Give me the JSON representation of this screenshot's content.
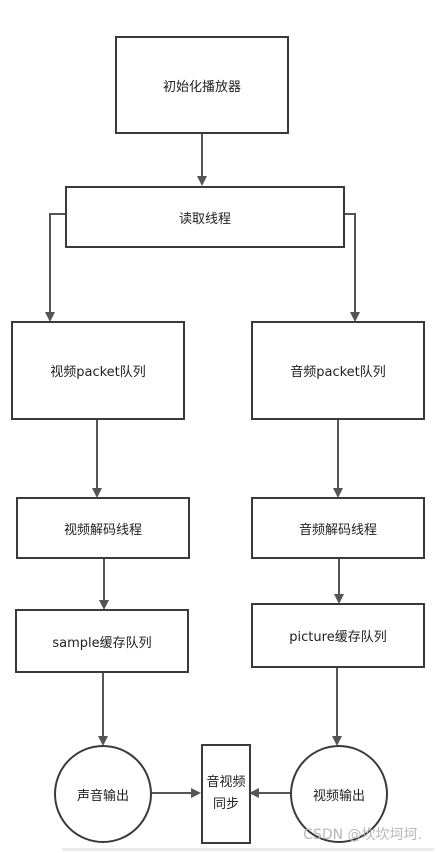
{
  "nodes": {
    "init_player": "初始化播放器",
    "read_thread": "读取线程",
    "video_packet_queue": "视频packet队列",
    "audio_packet_queue": "音频packet队列",
    "video_decode_thread": "视频解码线程",
    "audio_decode_thread": "音频解码线程",
    "sample_cache_queue": "sample缓存队列",
    "picture_cache_queue": "picture缓存队列",
    "audio_output": "声音输出",
    "av_sync_line1": "音视频",
    "av_sync_line2": "同步",
    "video_output": "视频输出"
  },
  "watermark": "CSDN @坎坎坷坷.",
  "colors": {
    "stroke": "#3a3a3a",
    "background": "#ffffff",
    "watermark": "#b8b8b8"
  }
}
